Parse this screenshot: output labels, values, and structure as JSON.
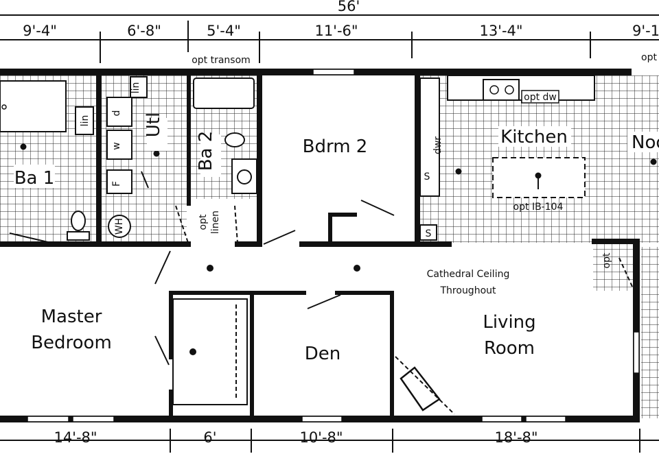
{
  "dimensions": {
    "overall": "56'",
    "top": [
      "9'-4\"",
      "6'-8\"",
      "5'-4\"",
      "11'-6\"",
      "13'-4\"",
      "9'-1"
    ],
    "bottom": [
      "14'-8\"",
      "6'",
      "10'-8\"",
      "18'-8\""
    ]
  },
  "rooms": {
    "bath1": "Ba 1",
    "utility": "Utl",
    "bath2": "Ba 2",
    "bedroom2": "Bdrm 2",
    "kitchen": "Kitchen",
    "nook": "Noo",
    "master_line1": "Master",
    "master_line2": "Bedroom",
    "den": "Den",
    "living_line1": "Living",
    "living_line2": "Room"
  },
  "notes": {
    "opt_transom": "opt transom",
    "opt_top_right": "opt",
    "opt_dw": "opt dw",
    "opt_ib": "opt IB-104",
    "cathedral_line1": "Cathedral Ceiling",
    "cathedral_line2": "Throughout",
    "opt_linen_1": "opt",
    "opt_linen_2": "linen",
    "opt_closet": "opt"
  },
  "fixtures": {
    "lin": "lin",
    "dwr": "dwr",
    "dryer": "d",
    "washer": "w",
    "furnace": "F",
    "water_heater": "WH",
    "s": "S"
  }
}
